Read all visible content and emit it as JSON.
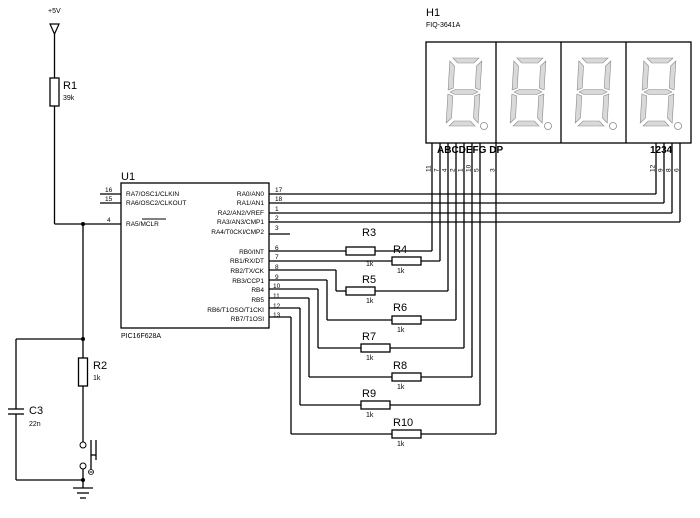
{
  "power": {
    "label": "+5V"
  },
  "display": {
    "ref": "H1",
    "part": "FIQ-3641A",
    "segment_pin_labels": [
      "A",
      "B",
      "C",
      "D",
      "E",
      "F",
      "G",
      "DP"
    ],
    "segment_label_text": "ABCDEFG  DP",
    "digit_label_text": "1234",
    "segment_pin_numbers": [
      "11",
      "7",
      "4",
      "2",
      "1",
      "10",
      "5",
      "3"
    ],
    "digit_pin_numbers": [
      "12",
      "9",
      "8",
      "6"
    ]
  },
  "mcu": {
    "ref": "U1",
    "part": "PIC16F628A",
    "left_pins": [
      {
        "num": "16",
        "name": "RA7/OSC1/CLKIN"
      },
      {
        "num": "15",
        "name": "RA6/OSC2/CLKOUT"
      },
      {
        "num": "4",
        "name": "RA5/MCLR"
      }
    ],
    "right_pins": [
      {
        "num": "17",
        "name": "RA0/AN0"
      },
      {
        "num": "18",
        "name": "RA1/AN1"
      },
      {
        "num": "1",
        "name": "RA2/AN2/VREF"
      },
      {
        "num": "2",
        "name": "RA3/AN3/CMP1"
      },
      {
        "num": "3",
        "name": "RA4/T0CKI/CMP2"
      },
      {
        "num": "6",
        "name": "RB0/INT"
      },
      {
        "num": "7",
        "name": "RB1/RX/DT"
      },
      {
        "num": "8",
        "name": "RB2/TX/CK"
      },
      {
        "num": "9",
        "name": "RB3/CCP1"
      },
      {
        "num": "10",
        "name": "RB4"
      },
      {
        "num": "11",
        "name": "RB5"
      },
      {
        "num": "12",
        "name": "RB6/T1OSO/T1CKI"
      },
      {
        "num": "13",
        "name": "RB7/T1OSI"
      }
    ]
  },
  "components": {
    "R1": {
      "ref": "R1",
      "value": "39k"
    },
    "R2": {
      "ref": "R2",
      "value": "1k"
    },
    "C3": {
      "ref": "C3",
      "value": "22n"
    },
    "resistors": [
      {
        "ref": "R3",
        "value": "1k"
      },
      {
        "ref": "R4",
        "value": "1k"
      },
      {
        "ref": "R5",
        "value": "1k"
      },
      {
        "ref": "R6",
        "value": "1k"
      },
      {
        "ref": "R7",
        "value": "1k"
      },
      {
        "ref": "R8",
        "value": "1k"
      },
      {
        "ref": "R9",
        "value": "1k"
      },
      {
        "ref": "R10",
        "value": "1k"
      }
    ]
  }
}
